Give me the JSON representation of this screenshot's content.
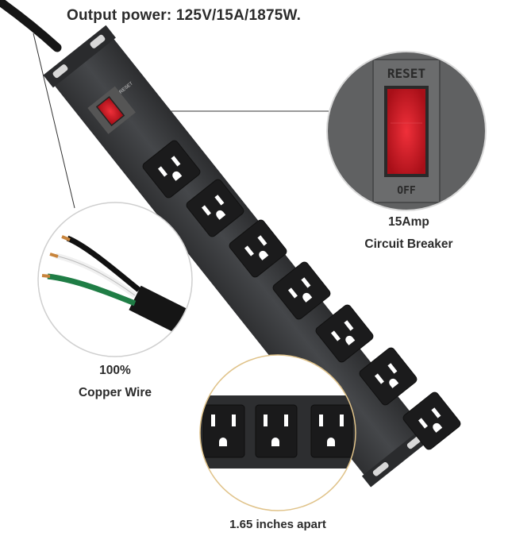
{
  "headline": "Output power: 125V/15A/1875W.",
  "callouts": {
    "breaker": {
      "line1": "15Amp",
      "line2": "Circuit Breaker",
      "switch_top": "RESET",
      "switch_bottom": "OFF"
    },
    "copper": {
      "line1": "100%",
      "line2": "Copper Wire"
    },
    "spacing": {
      "line1": "1.65 inches apart"
    }
  },
  "strip": {
    "mini_switch_label": "RESET",
    "outlet_count": 7
  },
  "colors": {
    "strip_body": "#3a3b3d",
    "switch_red": "#d3202a",
    "wire_green": "#1f7d45",
    "text": "#2b2b2b"
  }
}
